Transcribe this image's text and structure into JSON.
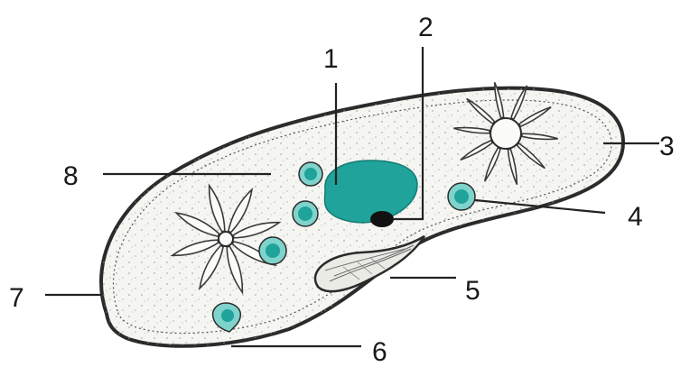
{
  "labels": [
    {
      "id": "1",
      "text": "1"
    },
    {
      "id": "2",
      "text": "2"
    },
    {
      "id": "3",
      "text": "3"
    },
    {
      "id": "4",
      "text": "4"
    },
    {
      "id": "5",
      "text": "5"
    },
    {
      "id": "6",
      "text": "6"
    },
    {
      "id": "7",
      "text": "7"
    },
    {
      "id": "8",
      "text": "8"
    }
  ],
  "colors": {
    "organelle_fill": "#1fa39a",
    "organelle_light": "#7fd3cc",
    "cell_fill": "#f5f5f2",
    "outline": "#2b2b2b",
    "stipple": "#9a9a9a",
    "micronucleus": "#111111"
  }
}
